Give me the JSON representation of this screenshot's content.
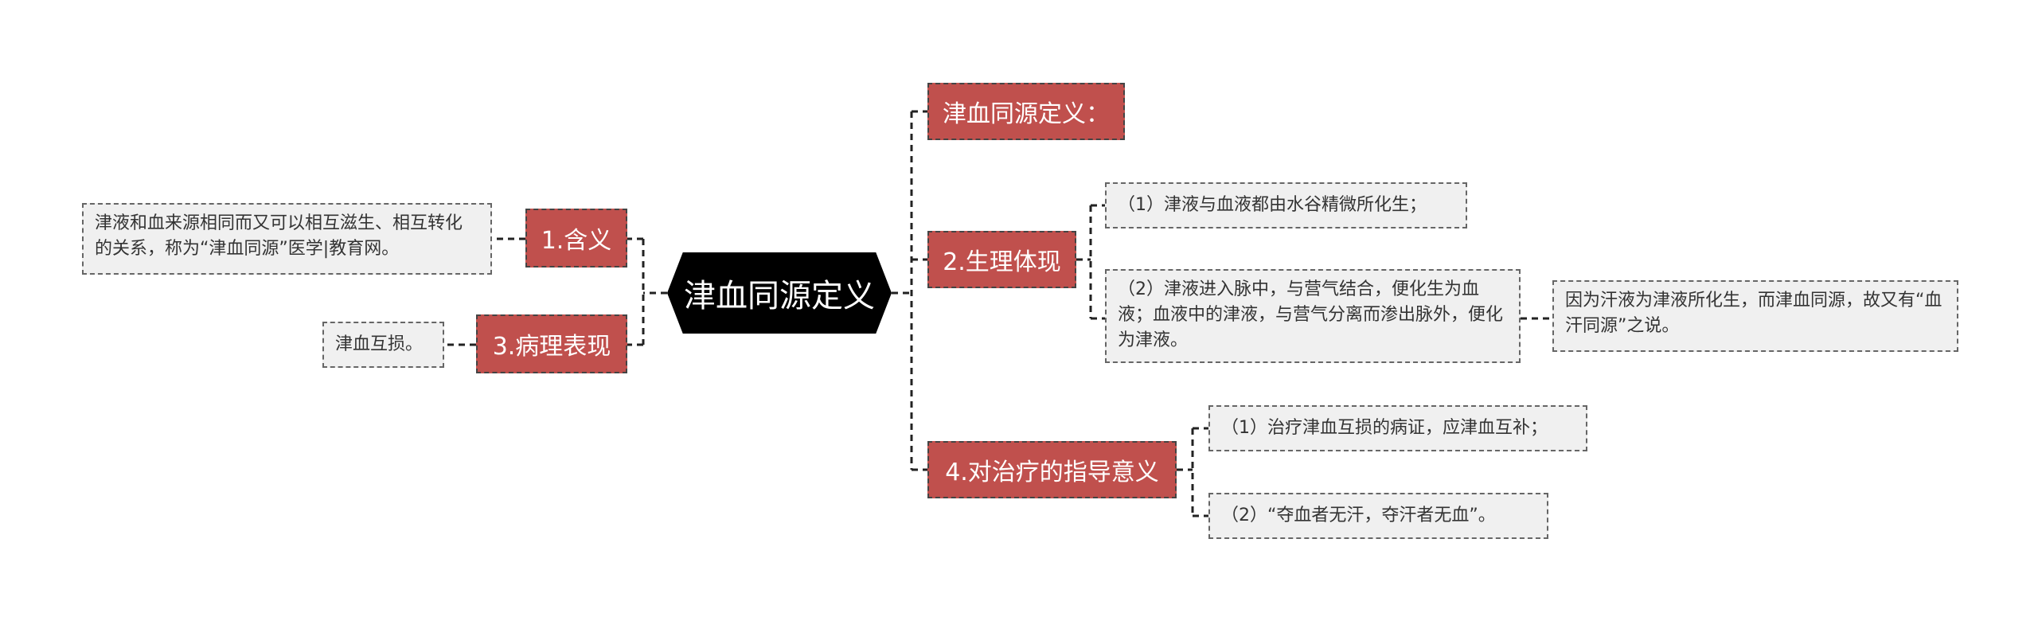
{
  "root": {
    "label": "津血同源定义"
  },
  "right": {
    "b1": {
      "label": "津血同源定义："
    },
    "b2": {
      "label": "2.生理体现",
      "c1": "（1）津液与血液都由水谷精微所化生；",
      "c2": "（2）津液进入脉中，与营气结合，便化生为血液；血液中的津液，与营气分离而渗出脉外，便化为津液。",
      "c2_child": "因为汗液为津液所化生，而津血同源，故又有“血汗同源”之说。"
    },
    "b4": {
      "label": "4.对治疗的指导意义",
      "c1": "（1）治疗津血互损的病证，应津血互补；",
      "c2": "（2）“夺血者无汗，夺汗者无血”。"
    }
  },
  "left": {
    "b1": {
      "label": "1.含义",
      "c1": "津液和血来源相同而又可以相互滋生、相互转化的关系，称为“津血同源”医学|教育网。"
    },
    "b3": {
      "label": "3.病理表现",
      "c1": "津血互损。"
    }
  },
  "colors": {
    "branch_fill": "#c0504d",
    "root_fill": "#000000",
    "leaf_fill": "#f0f0f0",
    "connector": "#222222"
  }
}
